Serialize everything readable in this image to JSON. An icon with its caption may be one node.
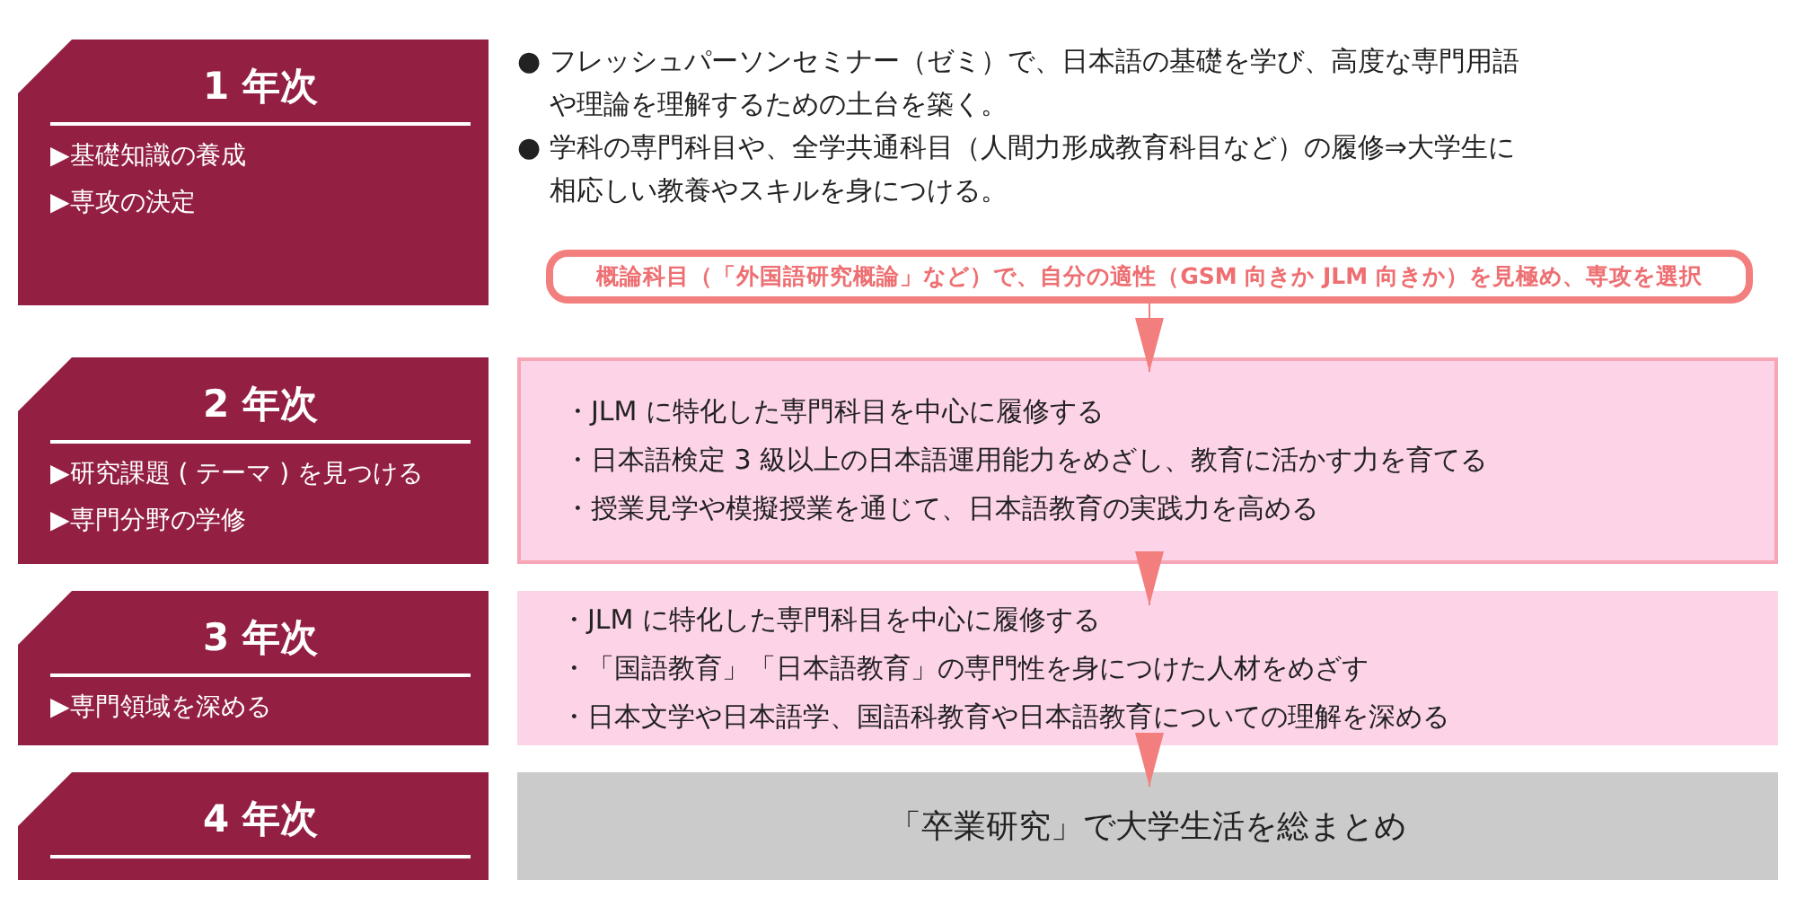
{
  "diagram": {
    "nodes": [
      {
        "text": [
          "1 年次",
          "▶基礎知識の養成",
          "▶専攻の決定"
        ]
      },
      {
        "text": [
          "概論科目（「外国語研究概論」など）で、自分の適性（GSM 向きか JLM 向きか）を見極め、専攻を選択"
        ]
      },
      {
        "text": [
          "2 年次",
          "▶研究課題 ( テーマ ) を見つける",
          "▶専門分野の学修"
        ]
      },
      {
        "text": [
          "・JLM に特化した専門科目を中心に履修する",
          "・日本語検定 3 級以上の日本語運用能力をめざし、教育に活かす力を育てる",
          "・授業見学や模擬授業を通じて、日本語教育の実践力を高める"
        ]
      },
      {
        "text": [
          "3 年次",
          "▶専門領域を深める"
        ]
      },
      {
        "text": [
          "・JLM に特化した専門科目を中心に履修する",
          "・「国語教育」「日本語教育」の専門性を身につけた人材をめざす",
          "・日本文学や日本語学、国語科教育や日本語教育についての理解を深める"
        ]
      },
      {
        "text": [
          "4 年次"
        ]
      },
      {
        "text": [
          "「卒業研究」で大学生活を総まとめ"
        ]
      }
    ],
    "edges": [
      {
        "from": 1,
        "to": 3,
        "arrow": "to"
      },
      {
        "from": 3,
        "to": 5,
        "arrow": "to"
      },
      {
        "from": 5,
        "to": 7,
        "arrow": "to"
      }
    ],
    "labels": [
      "● フレッシュパーソンセミナー（ゼミ）で、日本語の基礎を学び、高度な専門用語や理論を理解するための土台を築く。",
      "● 学科の専門科目や、全学共通科目（人間力形成教育科目など）の履修⇒大学生に相応しい教養やスキルを身につける。"
    ]
  }
}
